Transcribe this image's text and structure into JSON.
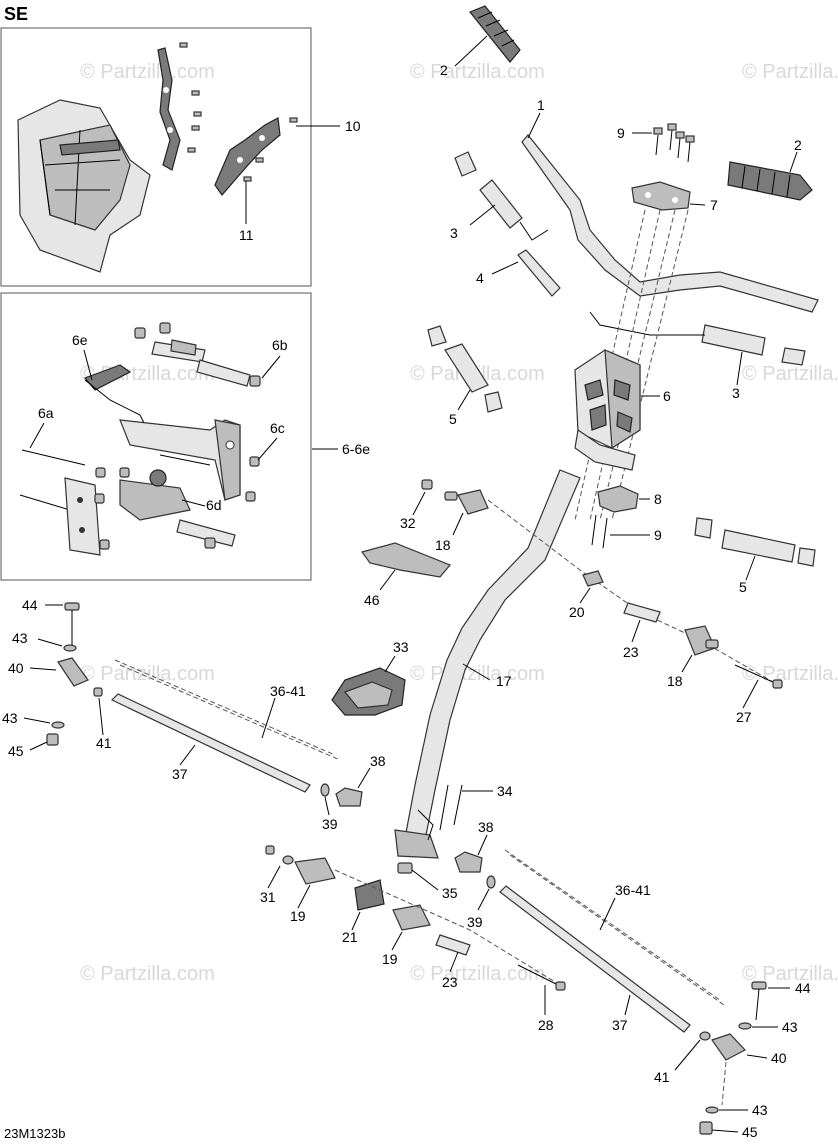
{
  "header_code": "SE",
  "drawing_code": "23M1323b",
  "watermark": "© Partzilla.com",
  "callouts": {
    "c1": "1",
    "c2a": "2",
    "c2b": "2",
    "c3a": "3",
    "c3b": "3",
    "c4": "4",
    "c5a": "5",
    "c5b": "5",
    "c6": "6",
    "c6a": "6a",
    "c6b": "6b",
    "c6c": "6c",
    "c6d": "6d",
    "c6e": "6e",
    "c66e": "6-6e",
    "c7": "7",
    "c8": "8",
    "c9a": "9",
    "c9b": "9",
    "c10": "10",
    "c11": "11",
    "c17": "17",
    "c18a": "18",
    "c18b": "18",
    "c19a": "19",
    "c19b": "19",
    "c20": "20",
    "c21": "21",
    "c23a": "23",
    "c23b": "23",
    "c27": "27",
    "c28": "28",
    "c31": "31",
    "c32": "32",
    "c33": "33",
    "c34": "34",
    "c35": "35",
    "c3641a": "36-41",
    "c3641b": "36-41",
    "c37a": "37",
    "c37b": "37",
    "c38a": "38",
    "c38b": "38",
    "c39a": "39",
    "c39b": "39",
    "c40a": "40",
    "c40b": "40",
    "c41a": "41",
    "c41b": "41",
    "c43a": "43",
    "c43b": "43",
    "c43c": "43",
    "c43d": "43",
    "c44a": "44",
    "c44b": "44",
    "c45a": "45",
    "c45b": "45",
    "c46": "46"
  }
}
